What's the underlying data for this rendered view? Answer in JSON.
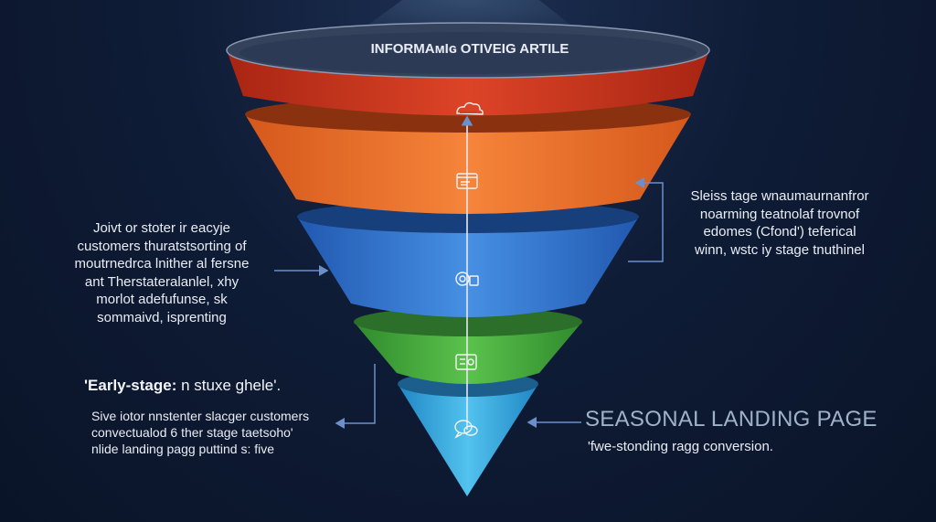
{
  "diagram": {
    "title": "INFORMAᴍIɢ OTIVEIG ARTILE",
    "stages": [
      {
        "id": "top",
        "color": "#d23b22",
        "icon": "cloud-icon"
      },
      {
        "id": "second",
        "color": "#f0762c",
        "icon": "browser-window-icon"
      },
      {
        "id": "middle",
        "color": "#3a82d8",
        "icon": "gear-target-icon"
      },
      {
        "id": "fourth",
        "color": "#4cae3f",
        "icon": "checklist-card-icon"
      },
      {
        "id": "bottom",
        "color": "#3aaee0",
        "icon": "chat-bubbles-icon"
      }
    ]
  },
  "left_block": {
    "lines": [
      "Joivt or stoter ir eacyje",
      "customers thuratstsorting of",
      "moutrnedrca lnither al fersne",
      "ant Therstateralanlel, xhy",
      "morlot adefufunse, sk",
      "sommaivd, isprenting"
    ]
  },
  "right_block": {
    "lines": [
      "Sleiss tage wnaumaurnanfror",
      "noarming teatnolaf trovnof",
      "edomes (Cfond') teferical",
      "winn, wstc iy stage tnuthinel"
    ]
  },
  "early_stage": {
    "heading_bold": "'Early-stage:",
    "heading_rest": " n stuxe ghele'.",
    "lines": [
      "Sive iotor nnstenter slacger customers",
      "convectualod 6 ther stage taetsoho'",
      "nlide landing pagg puttind s: five"
    ]
  },
  "seasonal": {
    "heading": "SEASONAL LANDING PAGE",
    "subtext": "'fwe-stonding ragg conversion."
  },
  "colors": {
    "background": "#0f1c36",
    "text": "#e9edf5",
    "arrow": "#6d8fc9",
    "seasonal_heading": "#9fb2c9"
  }
}
